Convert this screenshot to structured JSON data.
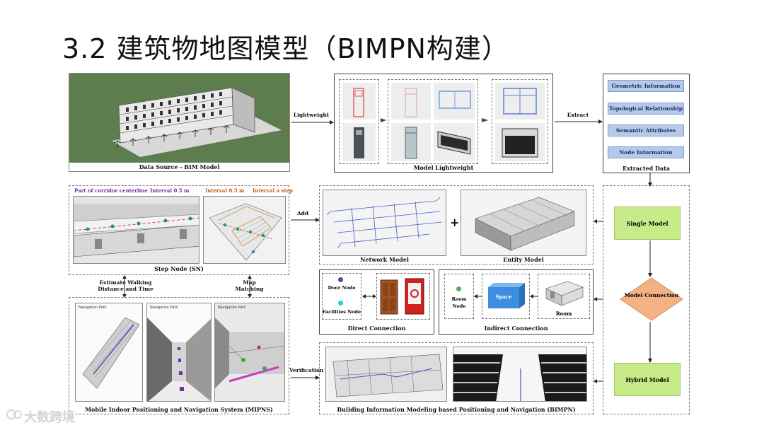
{
  "title": "3.2 建筑物地图模型（BIMPN构建）",
  "top": {
    "bim_caption": "Data Source - BIM Model",
    "lightweight_label": "Lightweight",
    "lightweight_caption": "Model Lightweight",
    "extract_label": "Extract",
    "extracted_items": [
      "Geometric Information",
      "Topological Relationship",
      "Semantic Attributes",
      "Node Information"
    ],
    "extracted_caption": "Extracted Data"
  },
  "step": {
    "corridor_label": "Part of corridor centerline",
    "interval_05_left": "Interval 0.5 m",
    "interval_05_right": "Interval 0.5 m",
    "interval_step": "Interval a step",
    "caption": "Step Node (SN)",
    "add_label": "Add"
  },
  "models": {
    "network_caption": "Network Model",
    "plus": "+",
    "entity_caption": "Entity Model"
  },
  "right_flow": {
    "single": "Single Model",
    "model_connection": "Model Connection",
    "hybrid": "Hybrid Model"
  },
  "direct": {
    "door_node": "Door Node",
    "facilities_node": "Facilities Node",
    "caption": "Direct Connection"
  },
  "indirect": {
    "room_node": "Room Node",
    "space": "Space",
    "room": "Room",
    "caption": "Indirect Connection"
  },
  "mid_labels": {
    "estimate": "Estimate Walking Distance and Time",
    "map_matching": "Map Matching"
  },
  "mipns": {
    "panel_tag": "Navigation Path",
    "caption": "Mobile Indoor Positioning and Navigation System (MIPNS)",
    "verification": "Verification"
  },
  "bimpn": {
    "caption": "Building Information Modeling based Positioning and Navigation (BIMPN)"
  },
  "watermark": "大数跨境",
  "colors": {
    "grass": "#5e7d4e",
    "blue_box": "#b7c9ea",
    "green_box": "#c8eb8a",
    "orange_diamond": "#f4b183",
    "node_teal": "#1f8f8f",
    "path_purple": "#7030a0"
  }
}
